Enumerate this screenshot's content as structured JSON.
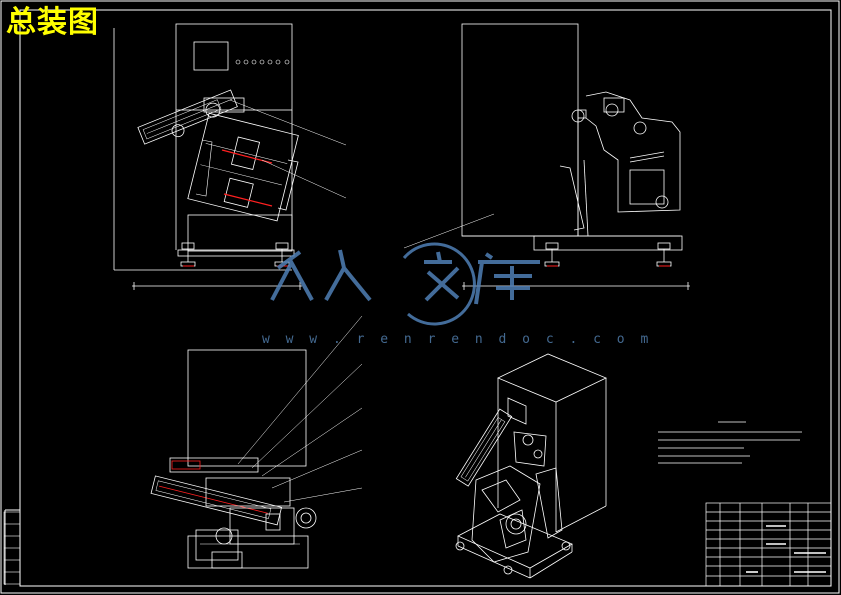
{
  "drawing": {
    "title": "总装图",
    "background": "#000000",
    "line_color": "#ffffff",
    "accent_red": "#ff2020",
    "title_color": "#ffff00"
  },
  "watermark": {
    "logo_text": "人人文库",
    "url": "w w w . r e n r e n d o c . c o m",
    "color": "#4f7fb5"
  }
}
